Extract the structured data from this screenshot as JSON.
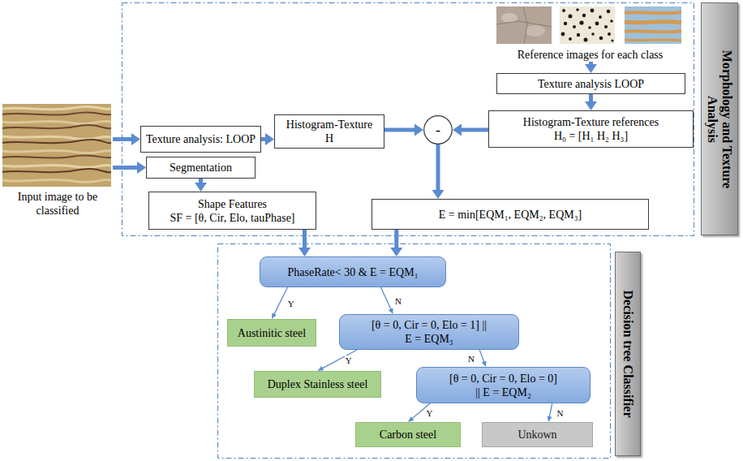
{
  "diagram": {
    "nodes": [
      {
        "text": [
          "Reference images for each class"
        ]
      },
      {
        "text": [
          "Morphology and Texture Analysis"
        ]
      },
      {
        "text": [
          "Texture analysis LOOP"
        ]
      },
      {
        "text": [
          "Histogram-Texture references",
          "H₀ = [H₁ H₂ H₃]"
        ]
      },
      {
        "text": [
          "Input image to be classified"
        ]
      },
      {
        "text": [
          "Texture analysis: LOOP"
        ]
      },
      {
        "text": [
          "Histogram-Texture",
          "H"
        ]
      },
      {
        "text": [
          "-"
        ]
      },
      {
        "text": [
          "Segmentation"
        ]
      },
      {
        "text": [
          "Shape Features",
          "SF = [θ, Cir, Elo, tauPhase]"
        ]
      },
      {
        "text": [
          "E = min[EQM₁, EQM₂, EQM₃]"
        ]
      },
      {
        "text": [
          "PhaseRate< 30 & E = EQM₁"
        ]
      },
      {
        "text": [
          "Decision tree Classifier"
        ]
      },
      {
        "text": [
          "Austinitic steel"
        ]
      },
      {
        "text": [
          "[θ = 0, Cir = 0, Elo = 1] ||",
          "E = EQM₃"
        ]
      },
      {
        "text": [
          "Duplex Stainless steel"
        ]
      },
      {
        "text": [
          "[θ = 0, Cir = 0, Elo = 0]",
          "|| E = EQM₂"
        ]
      },
      {
        "text": [
          "Carbon steel"
        ]
      },
      {
        "text": [
          "Unkown"
        ]
      }
    ],
    "edges": [
      {
        "from": 4,
        "to": 5,
        "arrow": "to"
      },
      {
        "from": 4,
        "to": 8,
        "arrow": "to"
      },
      {
        "from": 5,
        "to": 6,
        "arrow": "to"
      },
      {
        "from": 6,
        "to": 7,
        "arrow": "to"
      },
      {
        "from": 0,
        "to": 2,
        "arrow": "to"
      },
      {
        "from": 2,
        "to": 3,
        "arrow": "to"
      },
      {
        "from": 3,
        "to": 7,
        "arrow": "to"
      },
      {
        "from": 7,
        "to": 10,
        "arrow": "to"
      },
      {
        "from": 8,
        "to": 9,
        "arrow": "to"
      },
      {
        "from": 9,
        "to": 11,
        "arrow": "to"
      },
      {
        "from": 10,
        "to": 11,
        "arrow": "to"
      },
      {
        "from": 11,
        "to": 13,
        "label": "Y",
        "arrow": "to"
      },
      {
        "from": 11,
        "to": 14,
        "label": "N",
        "arrow": "to"
      },
      {
        "from": 14,
        "to": 15,
        "label": "Y",
        "arrow": "to"
      },
      {
        "from": 14,
        "to": 16,
        "label": "N",
        "arrow": "to"
      },
      {
        "from": 16,
        "to": 17,
        "label": "Y",
        "arrow": "to"
      },
      {
        "from": 16,
        "to": 18,
        "label": "N",
        "arrow": "to"
      }
    ]
  }
}
